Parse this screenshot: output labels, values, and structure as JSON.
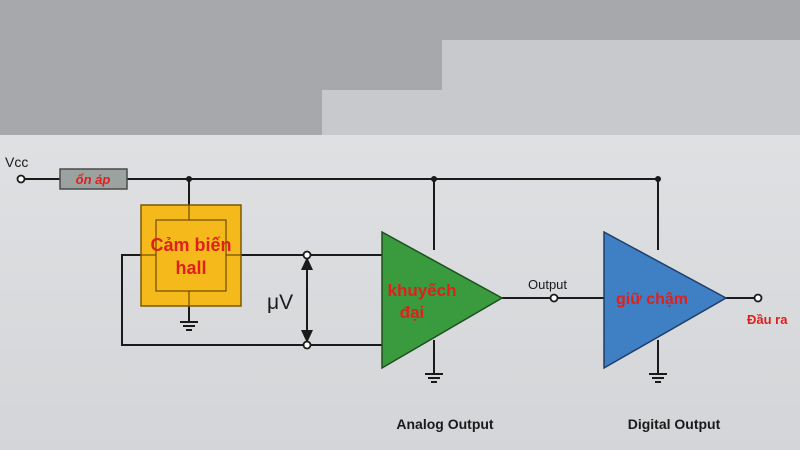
{
  "labels": {
    "vcc": "Vcc",
    "regulator": "ổn áp",
    "hall_sensor_line1": "Cảm biến",
    "hall_sensor_line2": "hall",
    "microvolt": "μV",
    "amplifier_line1": "khuyếch",
    "amplifier_line2": "đại",
    "output": "Output",
    "schmitt": "giữ chậm",
    "output_end": "Đầu ra",
    "analog_output": "Analog Output",
    "digital_output": "Digital Output"
  },
  "colors": {
    "hall_sensor": "#f5b91c",
    "amplifier": "#3a9a3e",
    "schmitt": "#3f7fc4",
    "regulator": "#9aa3a0",
    "label_red": "#e0201c",
    "wire": "#1a1a1a"
  }
}
